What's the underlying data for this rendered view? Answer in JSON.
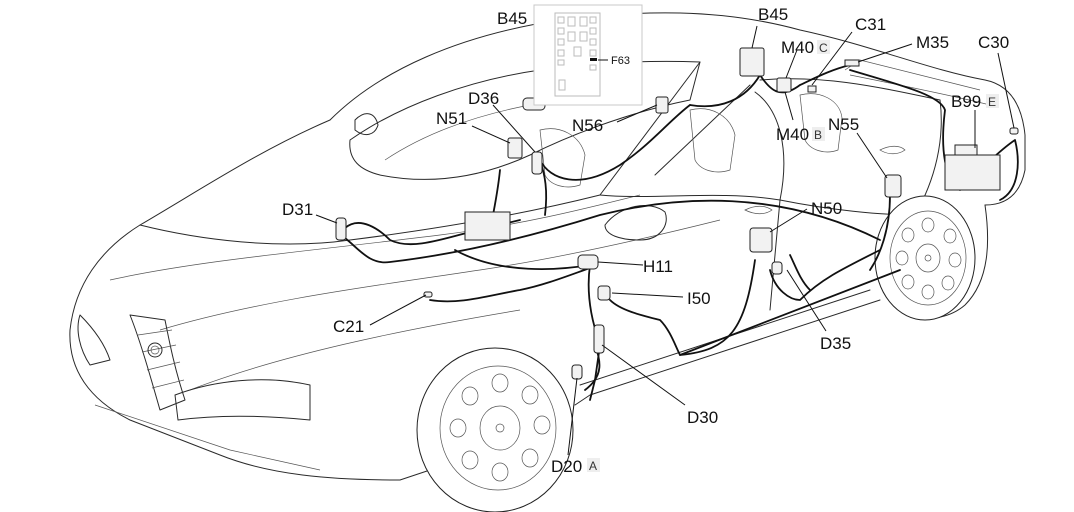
{
  "diagram": {
    "subject": "Car wiring harness component location",
    "inset": {
      "title": "B45",
      "fuse_label": "F63"
    },
    "labels": [
      {
        "id": "B45_inset",
        "code": "B45",
        "variant": ""
      },
      {
        "id": "B45",
        "code": "B45",
        "variant": ""
      },
      {
        "id": "C31",
        "code": "C31",
        "variant": ""
      },
      {
        "id": "M40C",
        "code": "M40",
        "variant": "C"
      },
      {
        "id": "M35",
        "code": "M35",
        "variant": ""
      },
      {
        "id": "C30",
        "code": "C30",
        "variant": ""
      },
      {
        "id": "B99E",
        "code": "B99",
        "variant": "E"
      },
      {
        "id": "M40B",
        "code": "M40",
        "variant": "B"
      },
      {
        "id": "N55",
        "code": "N55",
        "variant": ""
      },
      {
        "id": "D36",
        "code": "D36",
        "variant": ""
      },
      {
        "id": "N51",
        "code": "N51",
        "variant": ""
      },
      {
        "id": "N56",
        "code": "N56",
        "variant": ""
      },
      {
        "id": "D31",
        "code": "D31",
        "variant": ""
      },
      {
        "id": "N50",
        "code": "N50",
        "variant": ""
      },
      {
        "id": "H11",
        "code": "H11",
        "variant": ""
      },
      {
        "id": "I50",
        "code": "I50",
        "variant": ""
      },
      {
        "id": "C21",
        "code": "C21",
        "variant": ""
      },
      {
        "id": "D35",
        "code": "D35",
        "variant": ""
      },
      {
        "id": "D30",
        "code": "D30",
        "variant": ""
      },
      {
        "id": "D20A",
        "code": "D20",
        "variant": "A"
      }
    ]
  }
}
